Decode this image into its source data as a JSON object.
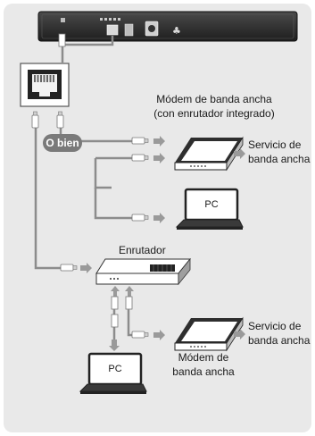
{
  "labels": {
    "modem_router_line1": "Módem de banda ancha",
    "modem_router_line2": "(con enrutador integrado)",
    "service_top_line1": "Servicio de",
    "service_top_line2": "banda ancha",
    "or_badge": "O bien",
    "pc_top": "PC",
    "router": "Enrutador",
    "service_bottom_line1": "Servicio de",
    "service_bottom_line2": "banda ancha",
    "modem_bottom_line1": "Módem de",
    "modem_bottom_line2": "banda ancha",
    "pc_bottom": "PC"
  },
  "colors": {
    "background_panel": "#e9e9e9",
    "cable": "#8c8c8c",
    "arrow": "#9a9a9a",
    "device_dark": "#2b2b2b",
    "badge": "#7a7a7a"
  }
}
